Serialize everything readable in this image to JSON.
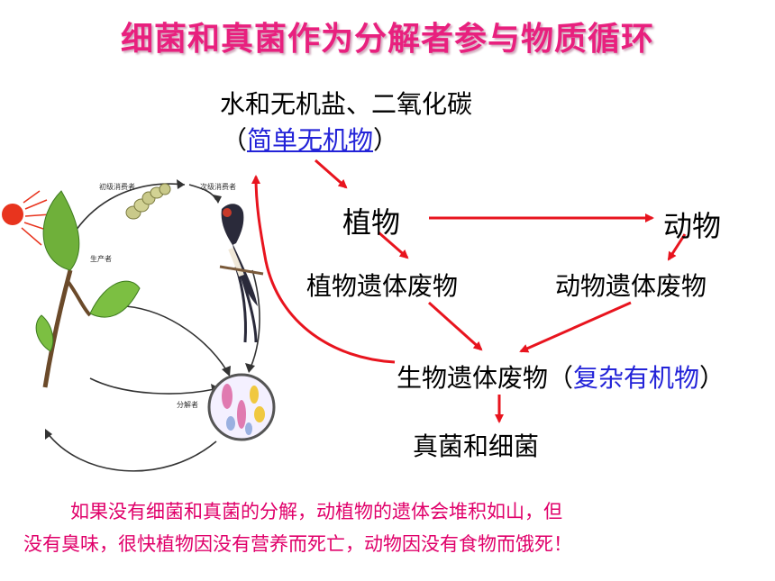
{
  "title": "细菌和真菌作为分解者参与物质循环",
  "nodes": {
    "inorganic_line1": "水和无机盐、二氧化碳",
    "paren_open": "（",
    "simple_inorganic": "简单无机物",
    "paren_close": "）",
    "plant": "植物",
    "animal": "动物",
    "plant_remains": "植物遗体废物",
    "animal_remains": "动物遗体废物",
    "bio_remains": "生物遗体废物",
    "complex_organic": "复杂有机物",
    "decomposers": "真菌和细菌"
  },
  "illustration_labels": {
    "primary_consumer": "初级消费者",
    "secondary_consumer": "次级消费者",
    "producer": "生产者",
    "decomposer": "分解者"
  },
  "footnote": {
    "line1": "如果没有细菌和真菌的分解，动植物的遗体会堆积如山，但",
    "line2": "没有臭味，很快植物因没有营养而死亡，动物因没有食物而饿死！"
  },
  "colors": {
    "title": "#e8207e",
    "arrow": "#e8141e",
    "link": "#2323d8",
    "footnote": "#e0006a"
  }
}
